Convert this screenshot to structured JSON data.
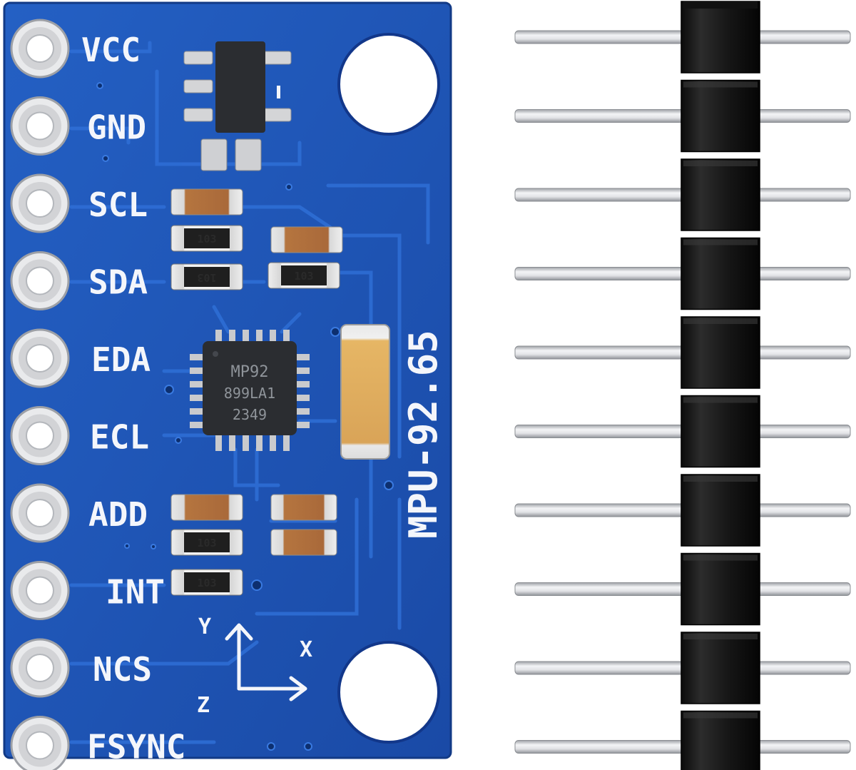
{
  "board": {
    "model_label": "MPU-92.65",
    "pins": [
      "VCC",
      "GND",
      "SCL",
      "SDA",
      "EDA",
      "ECL",
      "ADD",
      "INT",
      "NCS",
      "FSYNC"
    ],
    "axes": {
      "y": "Y",
      "x": "X",
      "z": "Z"
    },
    "chip_lines": [
      "MP92",
      "899LA1",
      "2349"
    ],
    "resistor_code": "103",
    "colors": {
      "pcb": "#1d56b8",
      "silkscreen": "#f4f6fb",
      "chip": "#2b2d31"
    }
  },
  "header": {
    "pin_count": 10,
    "colors": {
      "housing": "#151515",
      "pin": "#d9dadc"
    }
  }
}
